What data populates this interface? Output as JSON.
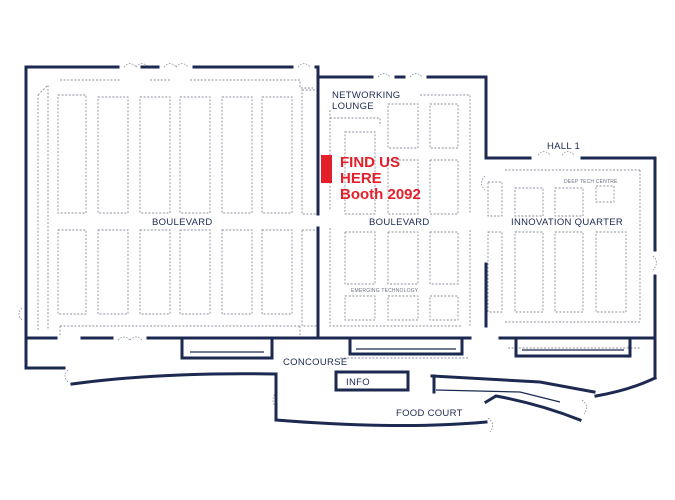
{
  "map": {
    "callout": {
      "line1": "FIND US",
      "line2": "HERE",
      "line3": "Booth 2092",
      "color": "#e3202a"
    },
    "labels": {
      "networking_line1": "NETWORKING",
      "networking_line2": "LOUNGE",
      "hall1": "HALL 1",
      "boulevard_left": "BOULEVARD",
      "boulevard_center": "BOULEVARD",
      "innovation_quarter": "INNOVATION QUARTER",
      "deep_tech_centre": "DEEP TECH CENTRE",
      "emerging_technology": "EMERGING TECHNOLOGY",
      "concourse": "CONCOURSE",
      "info": "INFO",
      "food_court": "FOOD COURT"
    },
    "colors": {
      "wall": "#1c2a52",
      "booth_outline": "#8a8f9c",
      "highlight": "#e3202a"
    }
  }
}
